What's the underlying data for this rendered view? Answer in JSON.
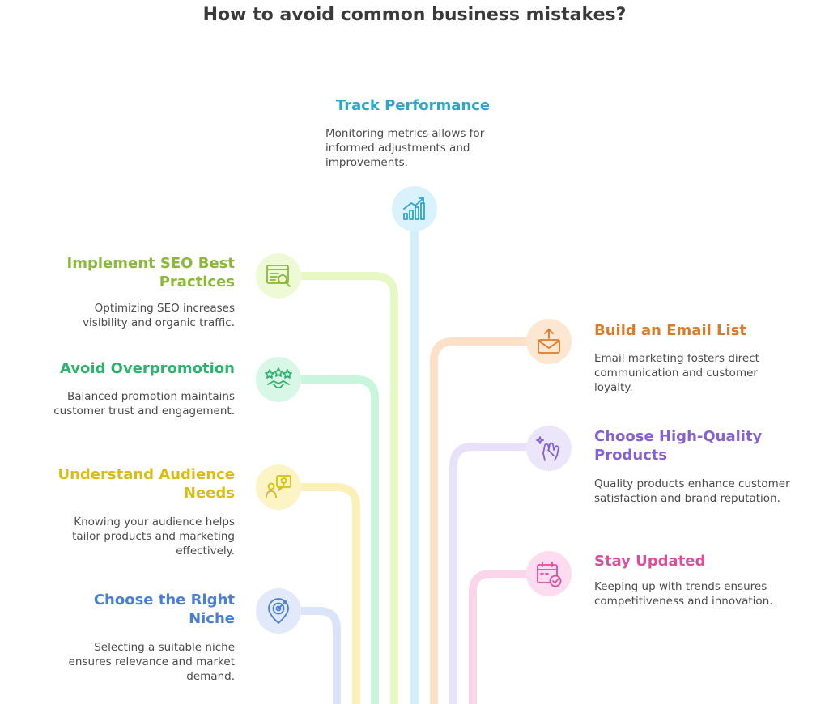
{
  "title": "How to avoid common business mistakes?",
  "items": [
    {
      "key": "track",
      "heading": "Track Performance",
      "desc": "Monitoring metrics allows for informed adjustments and improvements.",
      "color": "#2aa7c9",
      "line": "#d2eefa",
      "bg": "#d9f2fb",
      "icon": "growth-chart-icon"
    },
    {
      "key": "seo",
      "heading": "Implement SEO Best Practices",
      "desc": "Optimizing SEO increases visibility and organic traffic.",
      "color": "#8ab83a",
      "line": "#e6f8c4",
      "bg": "#eefad6",
      "icon": "web-search-icon"
    },
    {
      "key": "overpromo",
      "heading": "Avoid Overpromotion",
      "desc": "Balanced promotion maintains customer trust and engagement.",
      "color": "#2bb36b",
      "line": "#c9f5dc",
      "bg": "#d8f7e6",
      "icon": "stars-handshake-icon"
    },
    {
      "key": "audience",
      "heading": "Understand Audience Needs",
      "desc": "Knowing your audience helps tailor products and marketing effectively.",
      "color": "#d8bd14",
      "line": "#fbf1b8",
      "bg": "#fcf4c4",
      "icon": "person-idea-icon"
    },
    {
      "key": "niche",
      "heading": "Choose the Right Niche",
      "desc": "Selecting a suitable niche ensures relevance and market demand.",
      "color": "#4a7fd4",
      "line": "#dbe5fa",
      "bg": "#e2e9fb",
      "icon": "target-pin-icon"
    },
    {
      "key": "email",
      "heading": "Build an Email List",
      "desc": "Email marketing fosters direct communication and customer loyalty.",
      "color": "#d97b2b",
      "line": "#fde0c8",
      "bg": "#fde6d2",
      "icon": "mail-upload-icon"
    },
    {
      "key": "quality",
      "heading": "Choose High-Quality Products",
      "desc": "Quality products enhance customer satisfaction and brand reputation.",
      "color": "#8661d6",
      "line": "#e7e1fa",
      "bg": "#ece6fb",
      "icon": "hand-sparkle-icon"
    },
    {
      "key": "updated",
      "heading": "Stay Updated",
      "desc": "Keeping up with trends ensures competitiveness and innovation.",
      "color": "#d94f9c",
      "line": "#fbd6ea",
      "bg": "#fcdcee",
      "icon": "calendar-check-icon"
    }
  ]
}
